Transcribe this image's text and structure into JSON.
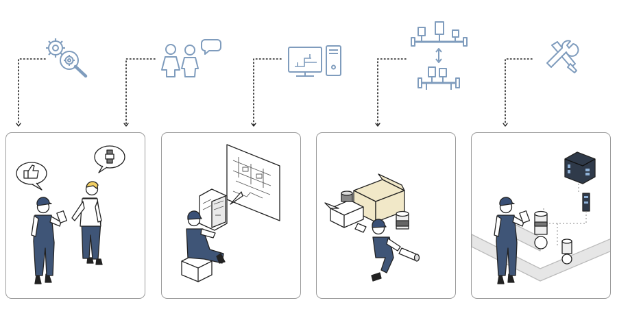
{
  "colors": {
    "icon_stroke": "#7f9cbd",
    "icon_fill": "#ffffff",
    "connector": "#1a1a1a",
    "panel_border": "#9a9a9a",
    "overall_navy": "#3f5577",
    "cap_navy": "#3a5076",
    "skin": "#ffffff",
    "hair_blonde": "#f2cf63",
    "box_tan": "#f1e8c8",
    "device_dark": "#2f3a4a",
    "pipe_grey": "#e6e6e6"
  },
  "steps": [
    {
      "id": "consult",
      "icon": "gear-magnifier-icon",
      "scene": "consultation-handshake-scene"
    },
    {
      "id": "plan",
      "icon": "people-speech-bubble-icon",
      "scene": "engineer-planning-at-computer-scene"
    },
    {
      "id": "design",
      "icon": "computer-schematic-icon",
      "scene": "boxes-of-parts-assembly-scene"
    },
    {
      "id": "supply",
      "icon": "valve-assemblies-exchange-icon",
      "scene": "installation-pipe-valves-scene"
    },
    {
      "id": "service",
      "icon": "wrench-screwdriver-icon",
      "scene": ""
    }
  ]
}
